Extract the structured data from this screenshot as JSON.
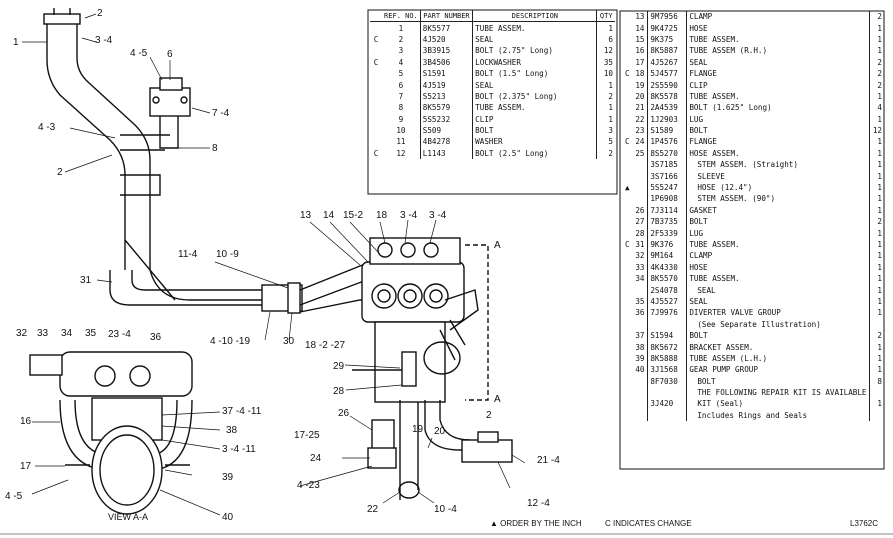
{
  "header_table": {
    "ref_no": "REF. NO.",
    "part_number": "PART NUMBER",
    "description": "DESCRIPTION",
    "qty": "QTY"
  },
  "parts_table_left": [
    {
      "c": "",
      "ref": "1",
      "part": "8K5577",
      "desc": "TUBE ASSEM.",
      "qty": "1"
    },
    {
      "c": "C",
      "ref": "2",
      "part": "4J520",
      "desc": "SEAL",
      "qty": "6"
    },
    {
      "c": "",
      "ref": "3",
      "part": "3B3915",
      "desc": "BOLT (2.75\" Long)",
      "qty": "12"
    },
    {
      "c": "C",
      "ref": "4",
      "part": "3B4506",
      "desc": "LOCKWASHER",
      "qty": "35"
    },
    {
      "c": "",
      "ref": "5",
      "part": "S1591",
      "desc": "BOLT (1.5\" Long)",
      "qty": "10"
    },
    {
      "c": "",
      "ref": "6",
      "part": "4J519",
      "desc": "SEAL",
      "qty": "1"
    },
    {
      "c": "",
      "ref": "7",
      "part": "S5213",
      "desc": "BOLT (2.375\" Long)",
      "qty": "2"
    },
    {
      "c": "",
      "ref": "8",
      "part": "8K5579",
      "desc": "TUBE ASSEM.",
      "qty": "1"
    },
    {
      "c": "",
      "ref": "9",
      "part": "5S5232",
      "desc": "CLIP",
      "qty": "1"
    },
    {
      "c": "",
      "ref": "10",
      "part": "S509",
      "desc": "BOLT",
      "qty": "3"
    },
    {
      "c": "",
      "ref": "11",
      "part": "4B4278",
      "desc": "WASHER",
      "qty": "5"
    },
    {
      "c": "C",
      "ref": "12",
      "part": "L1143",
      "desc": "BOLT (2.5\" Long)",
      "qty": "2"
    }
  ],
  "parts_table_right": [
    {
      "c": "",
      "ref": "13",
      "part": "9M7956",
      "desc": "CLAMP",
      "qty": "2"
    },
    {
      "c": "",
      "ref": "14",
      "part": "9K4725",
      "desc": "HOSE",
      "qty": "1"
    },
    {
      "c": "",
      "ref": "15",
      "part": "9K375",
      "desc": "TUBE ASSEM.",
      "qty": "1"
    },
    {
      "c": "",
      "ref": "16",
      "part": "8K5887",
      "desc": "TUBE ASSEM (R.H.)",
      "qty": "1"
    },
    {
      "c": "",
      "ref": "17",
      "part": "4J5267",
      "desc": "SEAL",
      "qty": "2"
    },
    {
      "c": "C",
      "ref": "18",
      "part": "5J4577",
      "desc": "FLANGE",
      "qty": "2"
    },
    {
      "c": "",
      "ref": "19",
      "part": "2S5590",
      "desc": "CLIP",
      "qty": "2"
    },
    {
      "c": "",
      "ref": "20",
      "part": "8K5578",
      "desc": "TUBE ASSEM.",
      "qty": "1"
    },
    {
      "c": "",
      "ref": "21",
      "part": "2A4539",
      "desc": "BOLT (1.625\" Long)",
      "qty": "4"
    },
    {
      "c": "",
      "ref": "22",
      "part": "1J2903",
      "desc": "LUG",
      "qty": "1"
    },
    {
      "c": "",
      "ref": "23",
      "part": "S1589",
      "desc": "BOLT",
      "qty": "12"
    },
    {
      "c": "C",
      "ref": "24",
      "part": "1P4576",
      "desc": "FLANGE",
      "qty": "1"
    },
    {
      "c": "",
      "ref": "25",
      "part": "8S5270",
      "desc": "HOSE ASSEM.",
      "qty": "1"
    },
    {
      "c": "",
      "ref": "",
      "part": "3S7185",
      "desc": "STEM ASSEM. (Straight)",
      "qty": "1",
      "cont": true
    },
    {
      "c": "",
      "ref": "",
      "part": "3S7166",
      "desc": "SLEEVE",
      "qty": "1",
      "cont": true
    },
    {
      "c": "▲",
      "ref": "",
      "part": "5S5247",
      "desc": "HOSE (12.4\")",
      "qty": "1",
      "cont": true
    },
    {
      "c": "",
      "ref": "",
      "part": "1P6908",
      "desc": "STEM ASSEM. (90°)",
      "qty": "1",
      "cont": true
    },
    {
      "c": "",
      "ref": "26",
      "part": "7J3114",
      "desc": "GASKET",
      "qty": "1"
    },
    {
      "c": "",
      "ref": "27",
      "part": "7B3735",
      "desc": "BOLT",
      "qty": "2"
    },
    {
      "c": "",
      "ref": "28",
      "part": "2F5339",
      "desc": "LUG",
      "qty": "1"
    },
    {
      "c": "C",
      "ref": "31",
      "part": "9K376",
      "desc": "TUBE ASSEM.",
      "qty": "1"
    },
    {
      "c": "",
      "ref": "32",
      "part": "9M164",
      "desc": "CLAMP",
      "qty": "1"
    },
    {
      "c": "",
      "ref": "33",
      "part": "4K4330",
      "desc": "HOSE",
      "qty": "1"
    },
    {
      "c": "",
      "ref": "34",
      "part": "8K5570",
      "desc": "TUBE ASSEM.",
      "qty": "1"
    },
    {
      "c": "",
      "ref": "",
      "part": "2S4078",
      "desc": "SEAL",
      "qty": "1",
      "cont": true
    },
    {
      "c": "",
      "ref": "35",
      "part": "4J5527",
      "desc": "SEAL",
      "qty": "1"
    },
    {
      "c": "",
      "ref": "36",
      "part": "7J9976",
      "desc": "DIVERTER VALVE GROUP",
      "qty": "1"
    },
    {
      "c": "",
      "ref": "",
      "part": "",
      "desc": "(See Separate Illustration)",
      "qty": "",
      "cont": true
    },
    {
      "c": "",
      "ref": "37",
      "part": "S1594",
      "desc": "BOLT",
      "qty": "2"
    },
    {
      "c": "",
      "ref": "38",
      "part": "8K5672",
      "desc": "BRACKET ASSEM.",
      "qty": "1"
    },
    {
      "c": "",
      "ref": "39",
      "part": "8K5888",
      "desc": "TUBE ASSEM (L.H.)",
      "qty": "1"
    },
    {
      "c": "",
      "ref": "40",
      "part": "3J1568",
      "desc": "GEAR PUMP GROUP",
      "qty": "1"
    },
    {
      "c": "",
      "ref": "",
      "part": "8F7030",
      "desc": "BOLT",
      "qty": "8",
      "cont": true
    },
    {
      "c": "",
      "ref": "",
      "part": "",
      "desc": "THE FOLLOWING REPAIR KIT IS AVAILABLE",
      "qty": "",
      "cont": true
    },
    {
      "c": "",
      "ref": "",
      "part": "3J420",
      "desc": "KIT (Seal)",
      "qty": "1",
      "cont": true
    },
    {
      "c": "",
      "ref": "",
      "part": "",
      "desc": "Includes Rings and Seals",
      "qty": "",
      "cont": true
    }
  ],
  "callouts": [
    {
      "label": "1"
    },
    {
      "label": "2"
    },
    {
      "label": "3 -4"
    },
    {
      "label": "4 -5"
    },
    {
      "label": "6"
    },
    {
      "label": "7 -4"
    },
    {
      "label": "8"
    },
    {
      "label": "4 -3"
    },
    {
      "label": "2"
    },
    {
      "label": "11-4"
    },
    {
      "label": "10 -9"
    },
    {
      "label": "31"
    },
    {
      "label": "4 -10 -19"
    },
    {
      "label": "30"
    },
    {
      "label": "18 -2 -27"
    },
    {
      "label": "13"
    },
    {
      "label": "14"
    },
    {
      "label": "15-2"
    },
    {
      "label": "18"
    },
    {
      "label": "3 -4"
    },
    {
      "label": "3 -4"
    },
    {
      "label": "A"
    },
    {
      "label": "A"
    },
    {
      "label": "29"
    },
    {
      "label": "28"
    },
    {
      "label": "26"
    },
    {
      "label": "17-25"
    },
    {
      "label": "24"
    },
    {
      "label": "4 -23"
    },
    {
      "label": "19"
    },
    {
      "label": "20"
    },
    {
      "label": "2"
    },
    {
      "label": "21 -4"
    },
    {
      "label": "22"
    },
    {
      "label": "10 -4"
    },
    {
      "label": "12 -4"
    },
    {
      "label": "32"
    },
    {
      "label": "33"
    },
    {
      "label": "34"
    },
    {
      "label": "35"
    },
    {
      "label": "23 -4"
    },
    {
      "label": "36"
    },
    {
      "label": "16"
    },
    {
      "label": "37 -4 -11"
    },
    {
      "label": "38"
    },
    {
      "label": "3 -4 -11"
    },
    {
      "label": "17"
    },
    {
      "label": "39"
    },
    {
      "label": "4 -5"
    },
    {
      "label": "40"
    },
    {
      "label": "VIEW A-A"
    }
  ],
  "footer": {
    "order_note": "▲ ORDER BY THE INCH",
    "change_note": "C INDICATES CHANGE",
    "figure_id": "L3762C"
  }
}
